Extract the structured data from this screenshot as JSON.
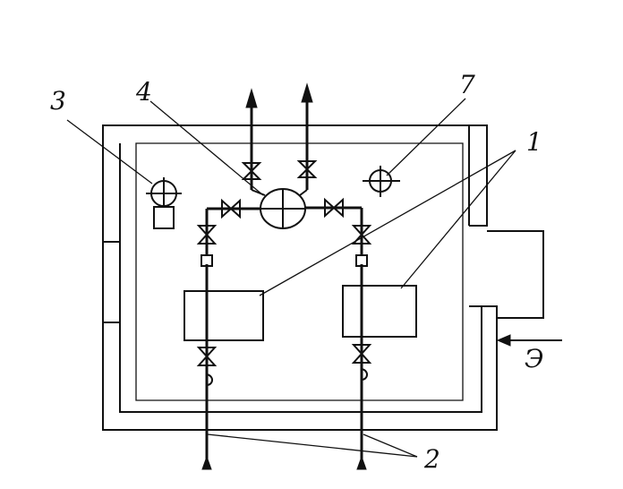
{
  "labels": {
    "l1": "1",
    "l2": "2",
    "l3": "3",
    "l4": "4",
    "l7": "7",
    "le": "Э"
  },
  "colors": {
    "ink": "#111111",
    "paper": "#ffffff"
  }
}
